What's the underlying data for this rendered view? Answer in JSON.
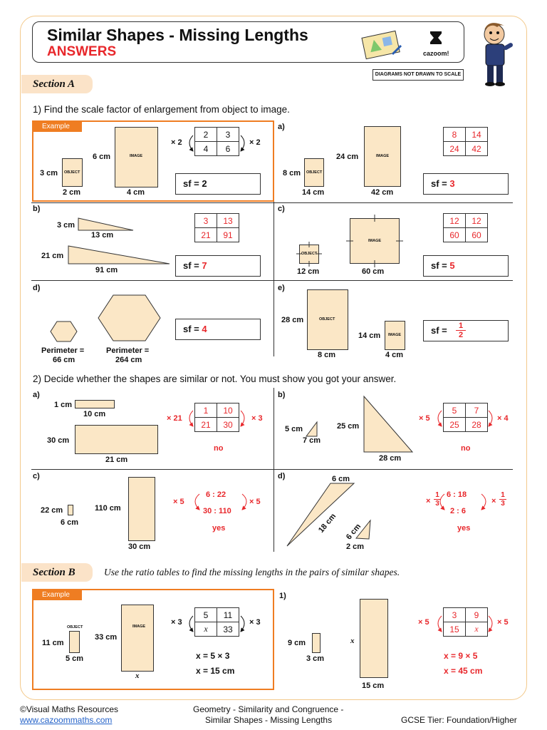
{
  "header": {
    "title": "Similar Shapes - Missing Lengths",
    "subtitle": "ANSWERS",
    "brand": "cazoom!",
    "note": "DIAGRAMS NOT DRAWN TO SCALE"
  },
  "sectionA": {
    "label": "Section A",
    "q1": "1)  Find the scale factor of enlargement from object to image.",
    "example_tag": "Example",
    "example": {
      "obj_h": "3 cm",
      "obj_w": "2 cm",
      "img_h": "6 cm",
      "img_w": "4 cm",
      "obj_tag": "OBJECT",
      "img_tag": "IMAGE",
      "t": [
        "2",
        "3",
        "4",
        "6"
      ],
      "left_mult": "× 2",
      "right_mult": "× 2",
      "sf_label": "sf  =",
      "sf_value": "2"
    },
    "a": {
      "label": "a)",
      "obj_h": "8 cm",
      "obj_w": "14 cm",
      "img_h": "24 cm",
      "img_w": "42 cm",
      "t": [
        "8",
        "14",
        "24",
        "42"
      ],
      "sf_label": "sf  =",
      "sf_value": "3"
    },
    "b": {
      "label": "b)",
      "obj_h": "3 cm",
      "obj_w": "13 cm",
      "img_h": "21 cm",
      "img_w": "91 cm",
      "t": [
        "3",
        "13",
        "21",
        "91"
      ],
      "sf_label": "sf  =",
      "sf_value": "7"
    },
    "c": {
      "label": "c)",
      "obj_w": "12 cm",
      "img_w": "60 cm",
      "t": [
        "12",
        "12",
        "60",
        "60"
      ],
      "sf_label": "sf  =",
      "sf_value": "5"
    },
    "d": {
      "label": "d)",
      "obj_per1": "Perimeter =",
      "obj_per2": "66 cm",
      "img_per1": "Perimeter =",
      "img_per2": "264 cm",
      "sf_label": "sf  =",
      "sf_value": "4"
    },
    "e": {
      "label": "e)",
      "obj_h": "28 cm",
      "obj_w": "8 cm",
      "img_h": "14 cm",
      "img_w": "4 cm",
      "sf_label": "sf  =",
      "sf_num": "1",
      "sf_den": "2"
    },
    "q2": "2)  Decide whether the shapes are similar or not. You must show you got your answer.",
    "q2a": {
      "label": "a)",
      "s1_h": "1 cm",
      "s1_w": "10 cm",
      "s2_h": "30 cm",
      "s2_w": "21 cm",
      "t": [
        "1",
        "10",
        "21",
        "30"
      ],
      "left_mult": "× 21",
      "right_mult": "× 3",
      "answer": "no"
    },
    "q2b": {
      "label": "b)",
      "s1_h": "5 cm",
      "s1_w": "7 cm",
      "s2_h": "25 cm",
      "s2_w": "28 cm",
      "t": [
        "5",
        "7",
        "25",
        "28"
      ],
      "left_mult": "× 5",
      "right_mult": "× 4",
      "answer": "no"
    },
    "q2c": {
      "label": "c)",
      "s1_h": "22 cm",
      "s1_w": "6 cm",
      "s2_h": "110 cm",
      "s2_w": "30 cm",
      "r1": "6 : 22",
      "r2": "30 : 110",
      "left_mult": "× 5",
      "right_mult": "× 5",
      "answer": "yes"
    },
    "q2d": {
      "label": "d)",
      "s1_top": "6 cm",
      "s1_side": "18 cm",
      "s2_side": "6 cm",
      "s2_bottom": "2 cm",
      "r1": "6 : 18",
      "r2": "2 : 6",
      "left_mult": "×",
      "right_mult": "×",
      "frac_num": "1",
      "frac_den": "3",
      "answer": "yes"
    }
  },
  "sectionB": {
    "label": "Section B",
    "instruction": "Use the ratio tables to find the missing lengths in the pairs of similar shapes.",
    "example_tag": "Example",
    "example": {
      "obj_tag": "OBJECT",
      "img_tag": "IMAGE",
      "obj_h": "11 cm",
      "obj_w": "5 cm",
      "img_h": "33 cm",
      "img_w": "x",
      "t": [
        "5",
        "11",
        "x",
        "33"
      ],
      "left_mult": "× 3",
      "right_mult": "× 3",
      "line1": "x = 5 × 3",
      "line2": "x = 15 cm"
    },
    "q1": {
      "label": "1)",
      "obj_h": "9 cm",
      "obj_w": "3 cm",
      "img_h": "x",
      "img_w": "15 cm",
      "t": [
        "3",
        "9",
        "15",
        "x"
      ],
      "left_mult": "× 5",
      "right_mult": "× 5",
      "line1": "x = 9 × 5",
      "line2": "x = 45 cm"
    }
  },
  "footer": {
    "copyright": "©Visual Maths Resources",
    "url": "www.cazoommaths.com",
    "topic1": "Geometry - Similarity and Congruence -",
    "topic2": "Similar Shapes - Missing Lengths",
    "tier": "GCSE Tier: Foundation/Higher"
  },
  "colors": {
    "accent": "#ef7d22",
    "answer": "#e8272b",
    "shape_fill": "#fbe7c6",
    "tab_fill": "#fbe3c8"
  }
}
